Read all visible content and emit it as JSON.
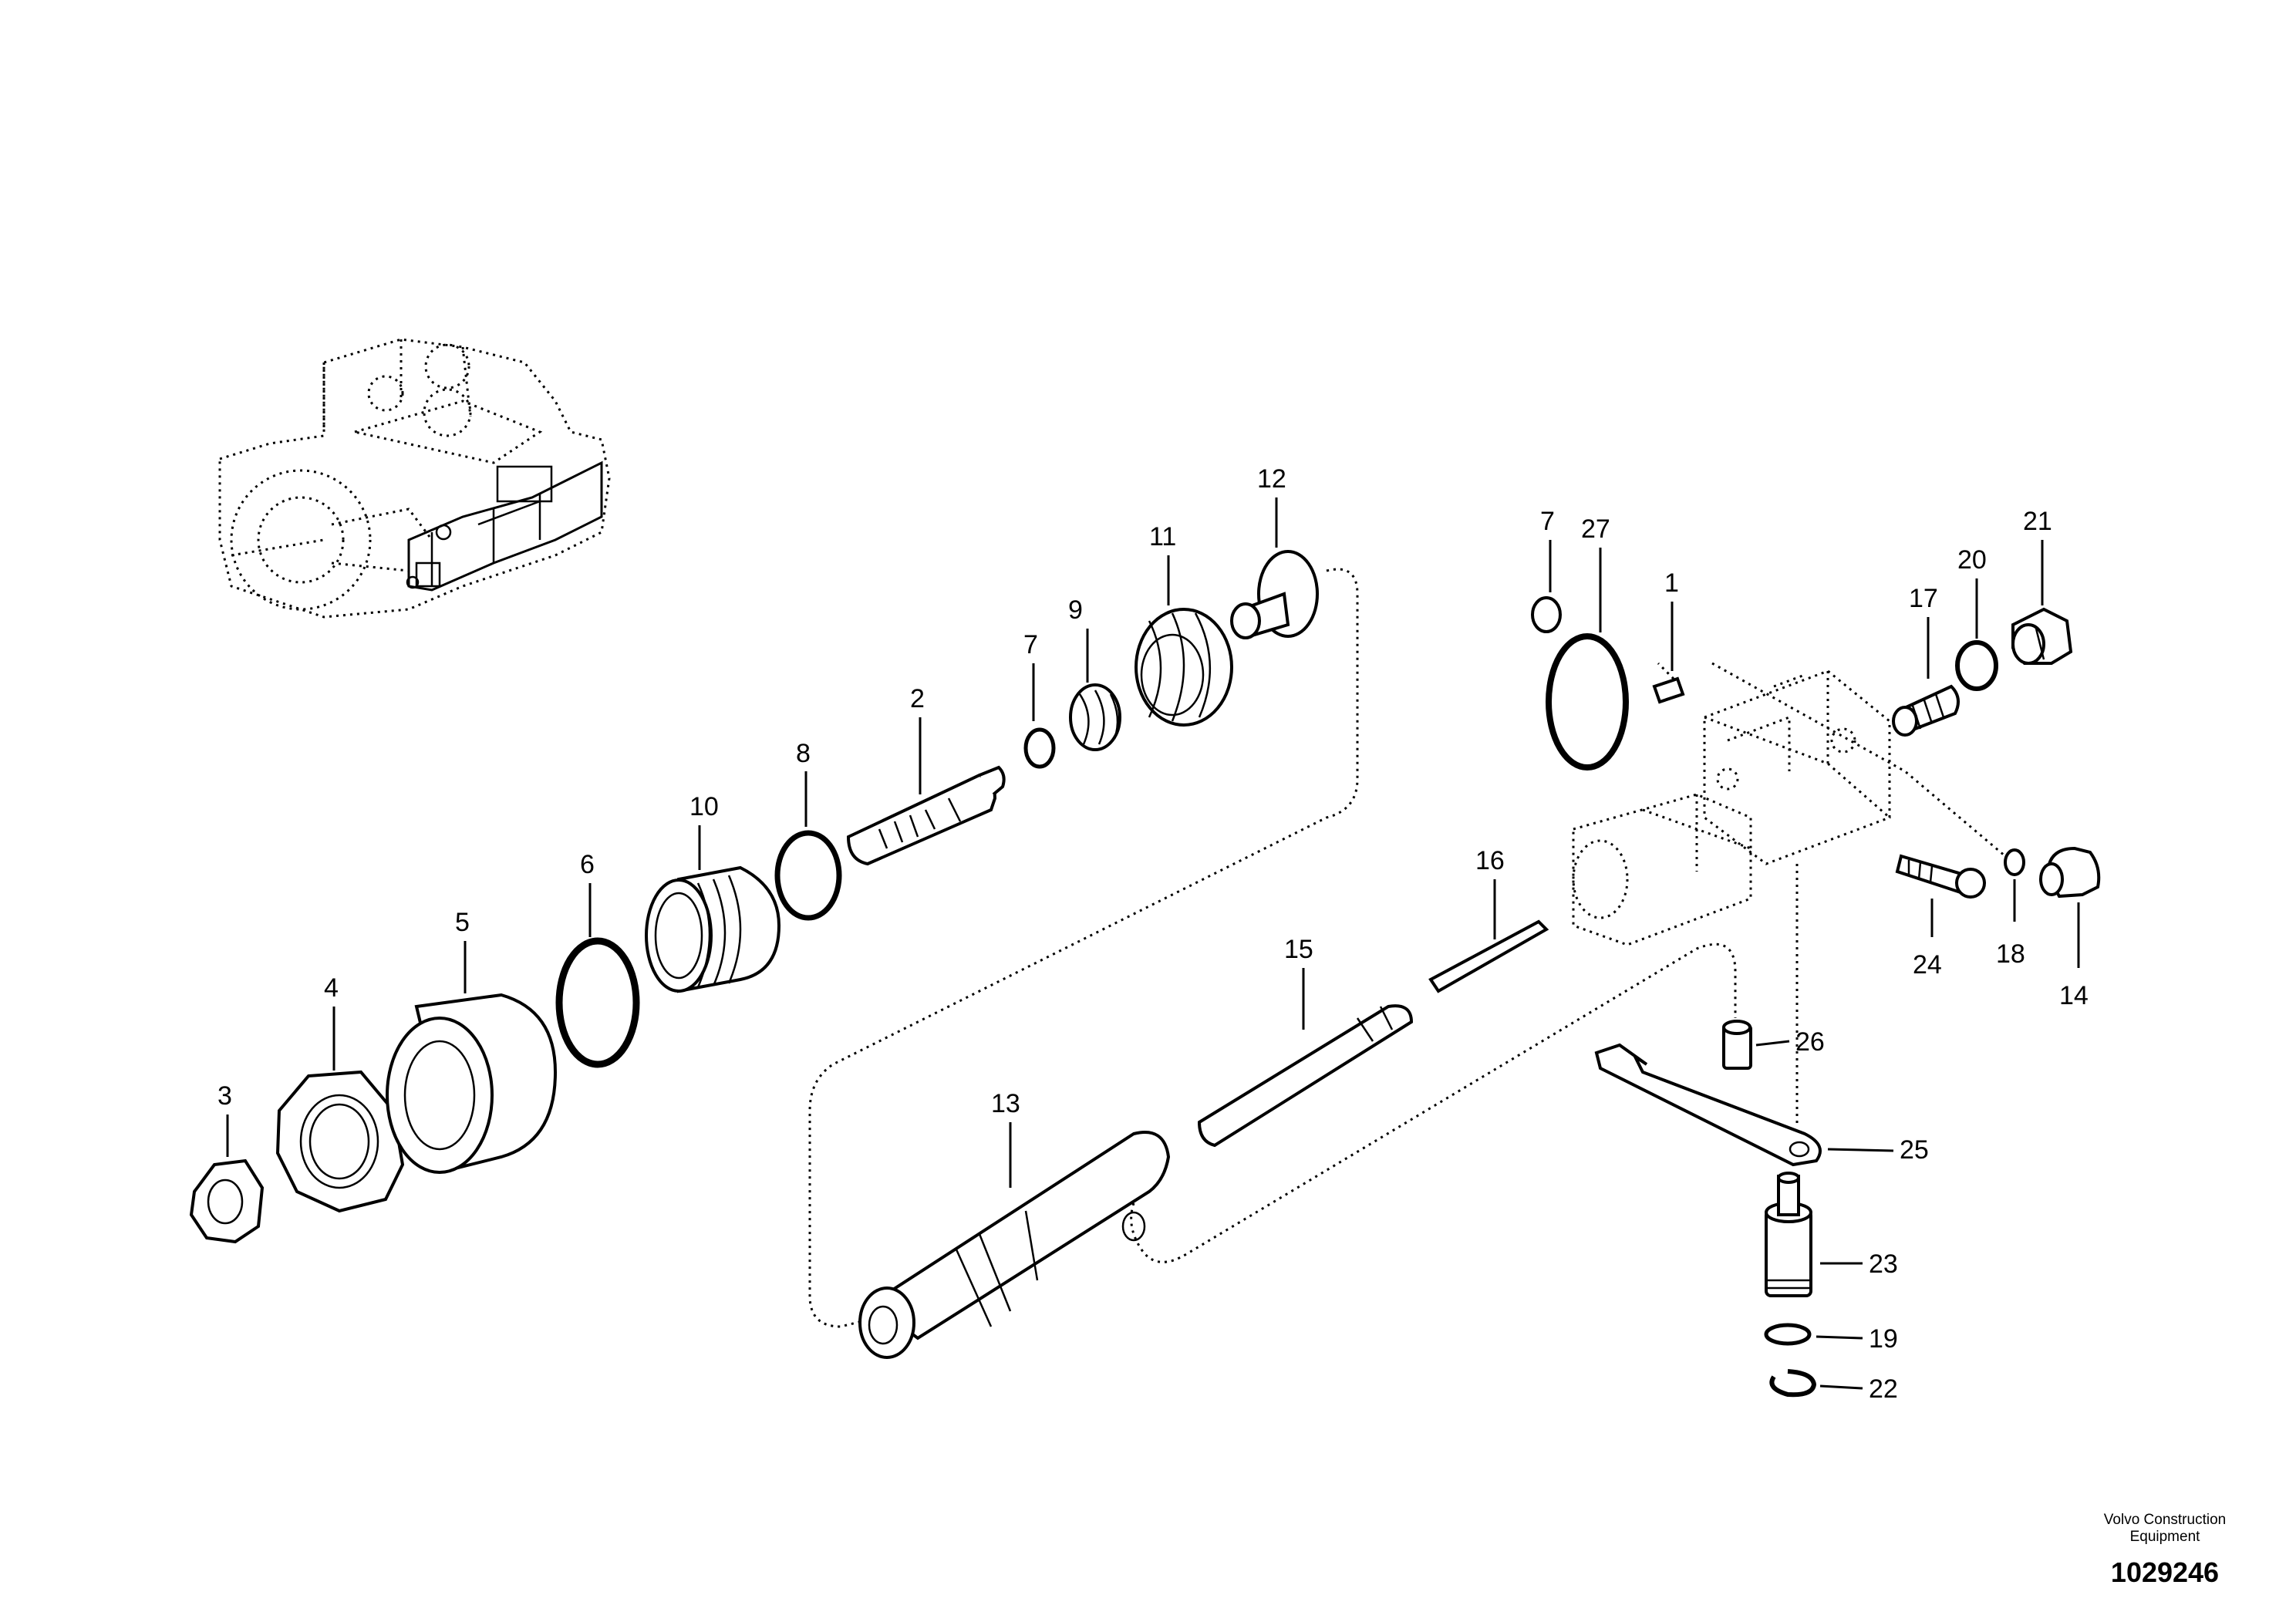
{
  "footer": {
    "company": "Volvo Construction Equipment",
    "document_number": "1029246"
  },
  "callouts": [
    "1",
    "2",
    "3",
    "4",
    "5",
    "6",
    "7",
    "7",
    "8",
    "9",
    "10",
    "11",
    "12",
    "13",
    "14",
    "15",
    "16",
    "17",
    "18",
    "19",
    "20",
    "21",
    "22",
    "23",
    "24",
    "25",
    "26",
    "27"
  ]
}
